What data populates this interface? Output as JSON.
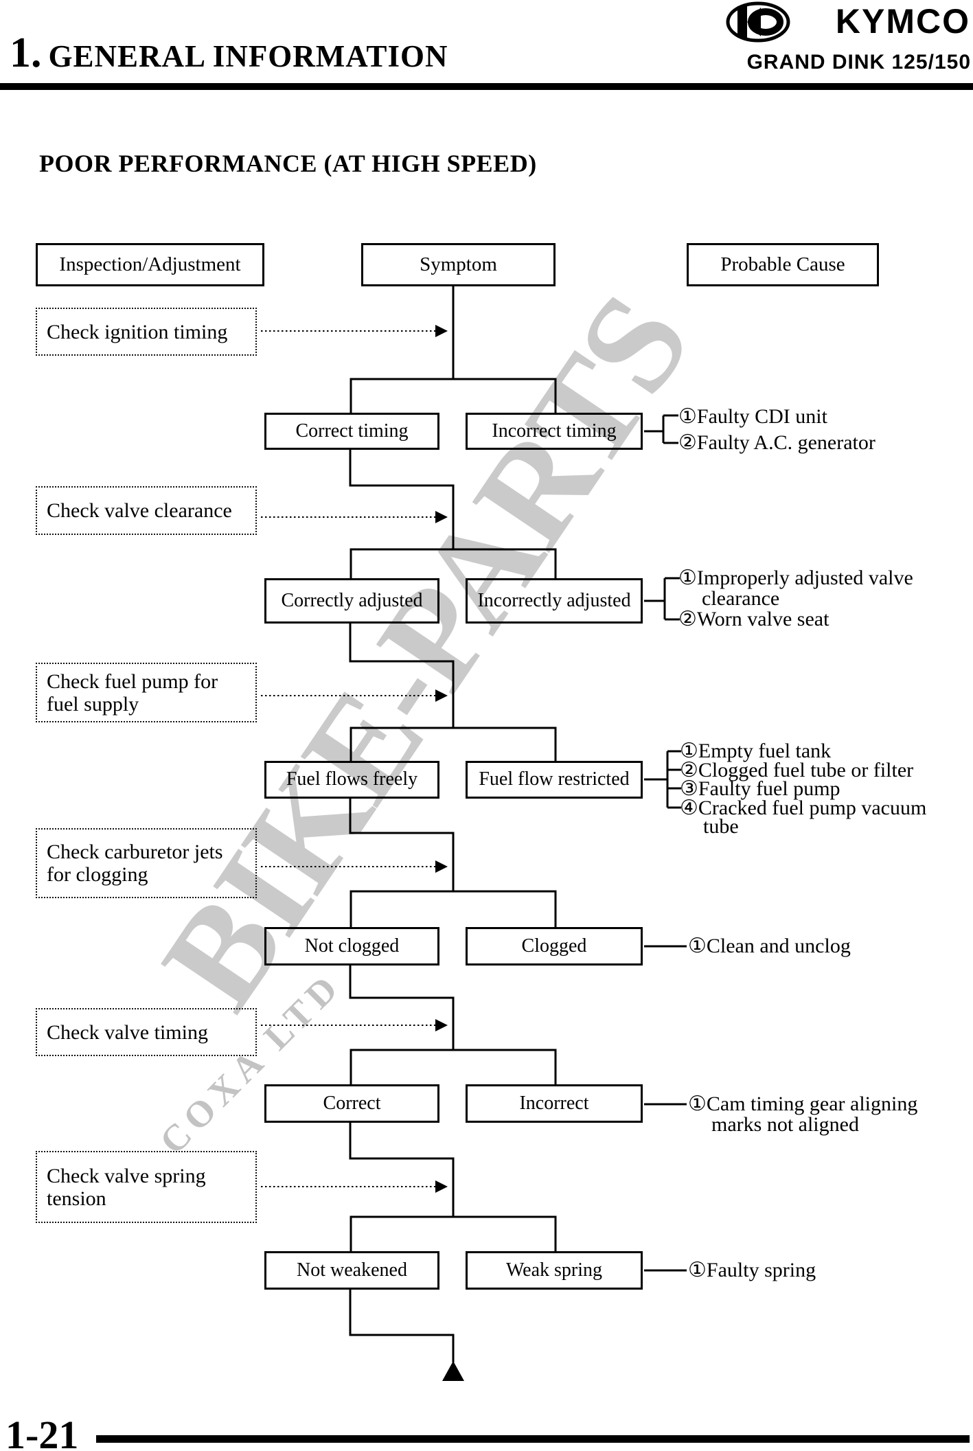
{
  "header": {
    "chapter_number": "1.",
    "chapter_title": "GENERAL INFORMATION",
    "brand": "KYMCO",
    "model": "GRAND DINK 125/150"
  },
  "title": "POOR PERFORMANCE (AT HIGH SPEED)",
  "columns": {
    "inspection": "Inspection/Adjustment",
    "symptom": "Symptom",
    "cause": "Probable Cause"
  },
  "stages": [
    {
      "check_lines": [
        "Check ignition timing"
      ],
      "pass_label": "Correct timing",
      "fail_label": "Incorrect timing",
      "cause_lines": [
        "①Faulty CDI unit",
        "②Faulty A.C. generator"
      ]
    },
    {
      "check_lines": [
        "Check valve clearance"
      ],
      "pass_label": "Correctly adjusted",
      "fail_label": "Incorrectly adjusted",
      "cause_lines": [
        "①Improperly adjusted valve",
        "clearance",
        "②Worn valve seat"
      ]
    },
    {
      "check_lines": [
        "Check fuel pump for",
        "fuel supply"
      ],
      "pass_label": "Fuel flows freely",
      "fail_label": "Fuel flow restricted",
      "cause_lines": [
        "①Empty fuel tank",
        "②Clogged fuel tube or filter",
        "③Faulty fuel pump",
        "④Cracked fuel pump vacuum",
        "tube"
      ]
    },
    {
      "check_lines": [
        "Check carburetor jets",
        "for clogging"
      ],
      "pass_label": "Not clogged",
      "fail_label": "Clogged",
      "cause_lines": [
        "①Clean and unclog"
      ]
    },
    {
      "check_lines": [
        "Check valve timing"
      ],
      "pass_label": "Correct",
      "fail_label": "Incorrect",
      "cause_lines": [
        "①Cam timing gear aligning",
        "marks not aligned"
      ]
    },
    {
      "check_lines": [
        "Check valve spring",
        "tension"
      ],
      "pass_label": "Not weakened",
      "fail_label": "Weak spring",
      "cause_lines": [
        "①Faulty spring"
      ]
    }
  ],
  "watermark": {
    "main": "BIKE-PARTS",
    "sub": "COXA LTD"
  },
  "footer": {
    "page_number": "1-21"
  },
  "colors": {
    "ink": "#000000",
    "watermark": "#bdbdbd"
  }
}
